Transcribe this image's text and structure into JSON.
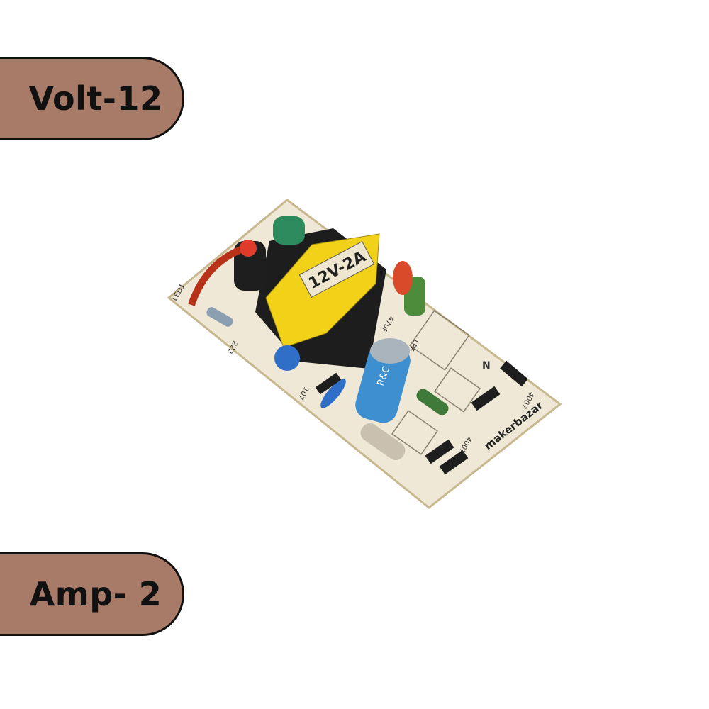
{
  "labels": {
    "voltage": "Volt-12",
    "current": "Amp- 2"
  },
  "product": {
    "transformer_label": "12V-2A",
    "capacitor_label": "R&C",
    "diode_label": "4007",
    "silk_labels": [
      "LED1",
      "222",
      "107",
      "47uF",
      "LPF",
      "N",
      "4007"
    ],
    "watermark": "makerbazar"
  },
  "colors": {
    "pill": "#a87a68",
    "board": "#efe8d6",
    "transformer": "#f2d219"
  }
}
